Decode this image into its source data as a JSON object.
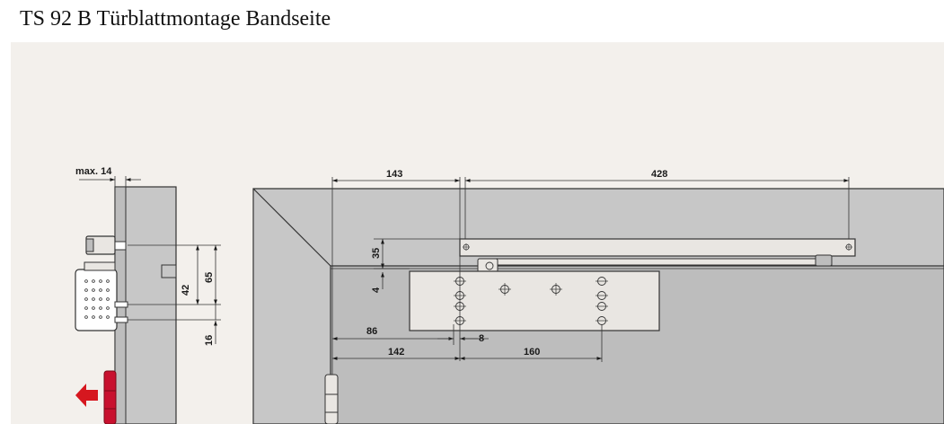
{
  "title": "TS 92 B Türblattmontage Bandseite",
  "colors": {
    "panel_bg": "#f3f0ec",
    "frame": "#c7c7c7",
    "door": "#bdbdbd",
    "bracket": "#e9e6e2",
    "stroke": "#333333",
    "arrow": "#d6171f",
    "hinge": "#c8102e"
  },
  "dimensions": {
    "max14": "max. 14",
    "d143": "143",
    "d428": "428",
    "d35": "35",
    "d4": "4",
    "d86": "86",
    "d8": "8",
    "d142": "142",
    "d160": "160",
    "d42": "42",
    "d65": "65",
    "d16": "16"
  },
  "icons": {
    "direction_arrow": "arrow-left-icon"
  }
}
